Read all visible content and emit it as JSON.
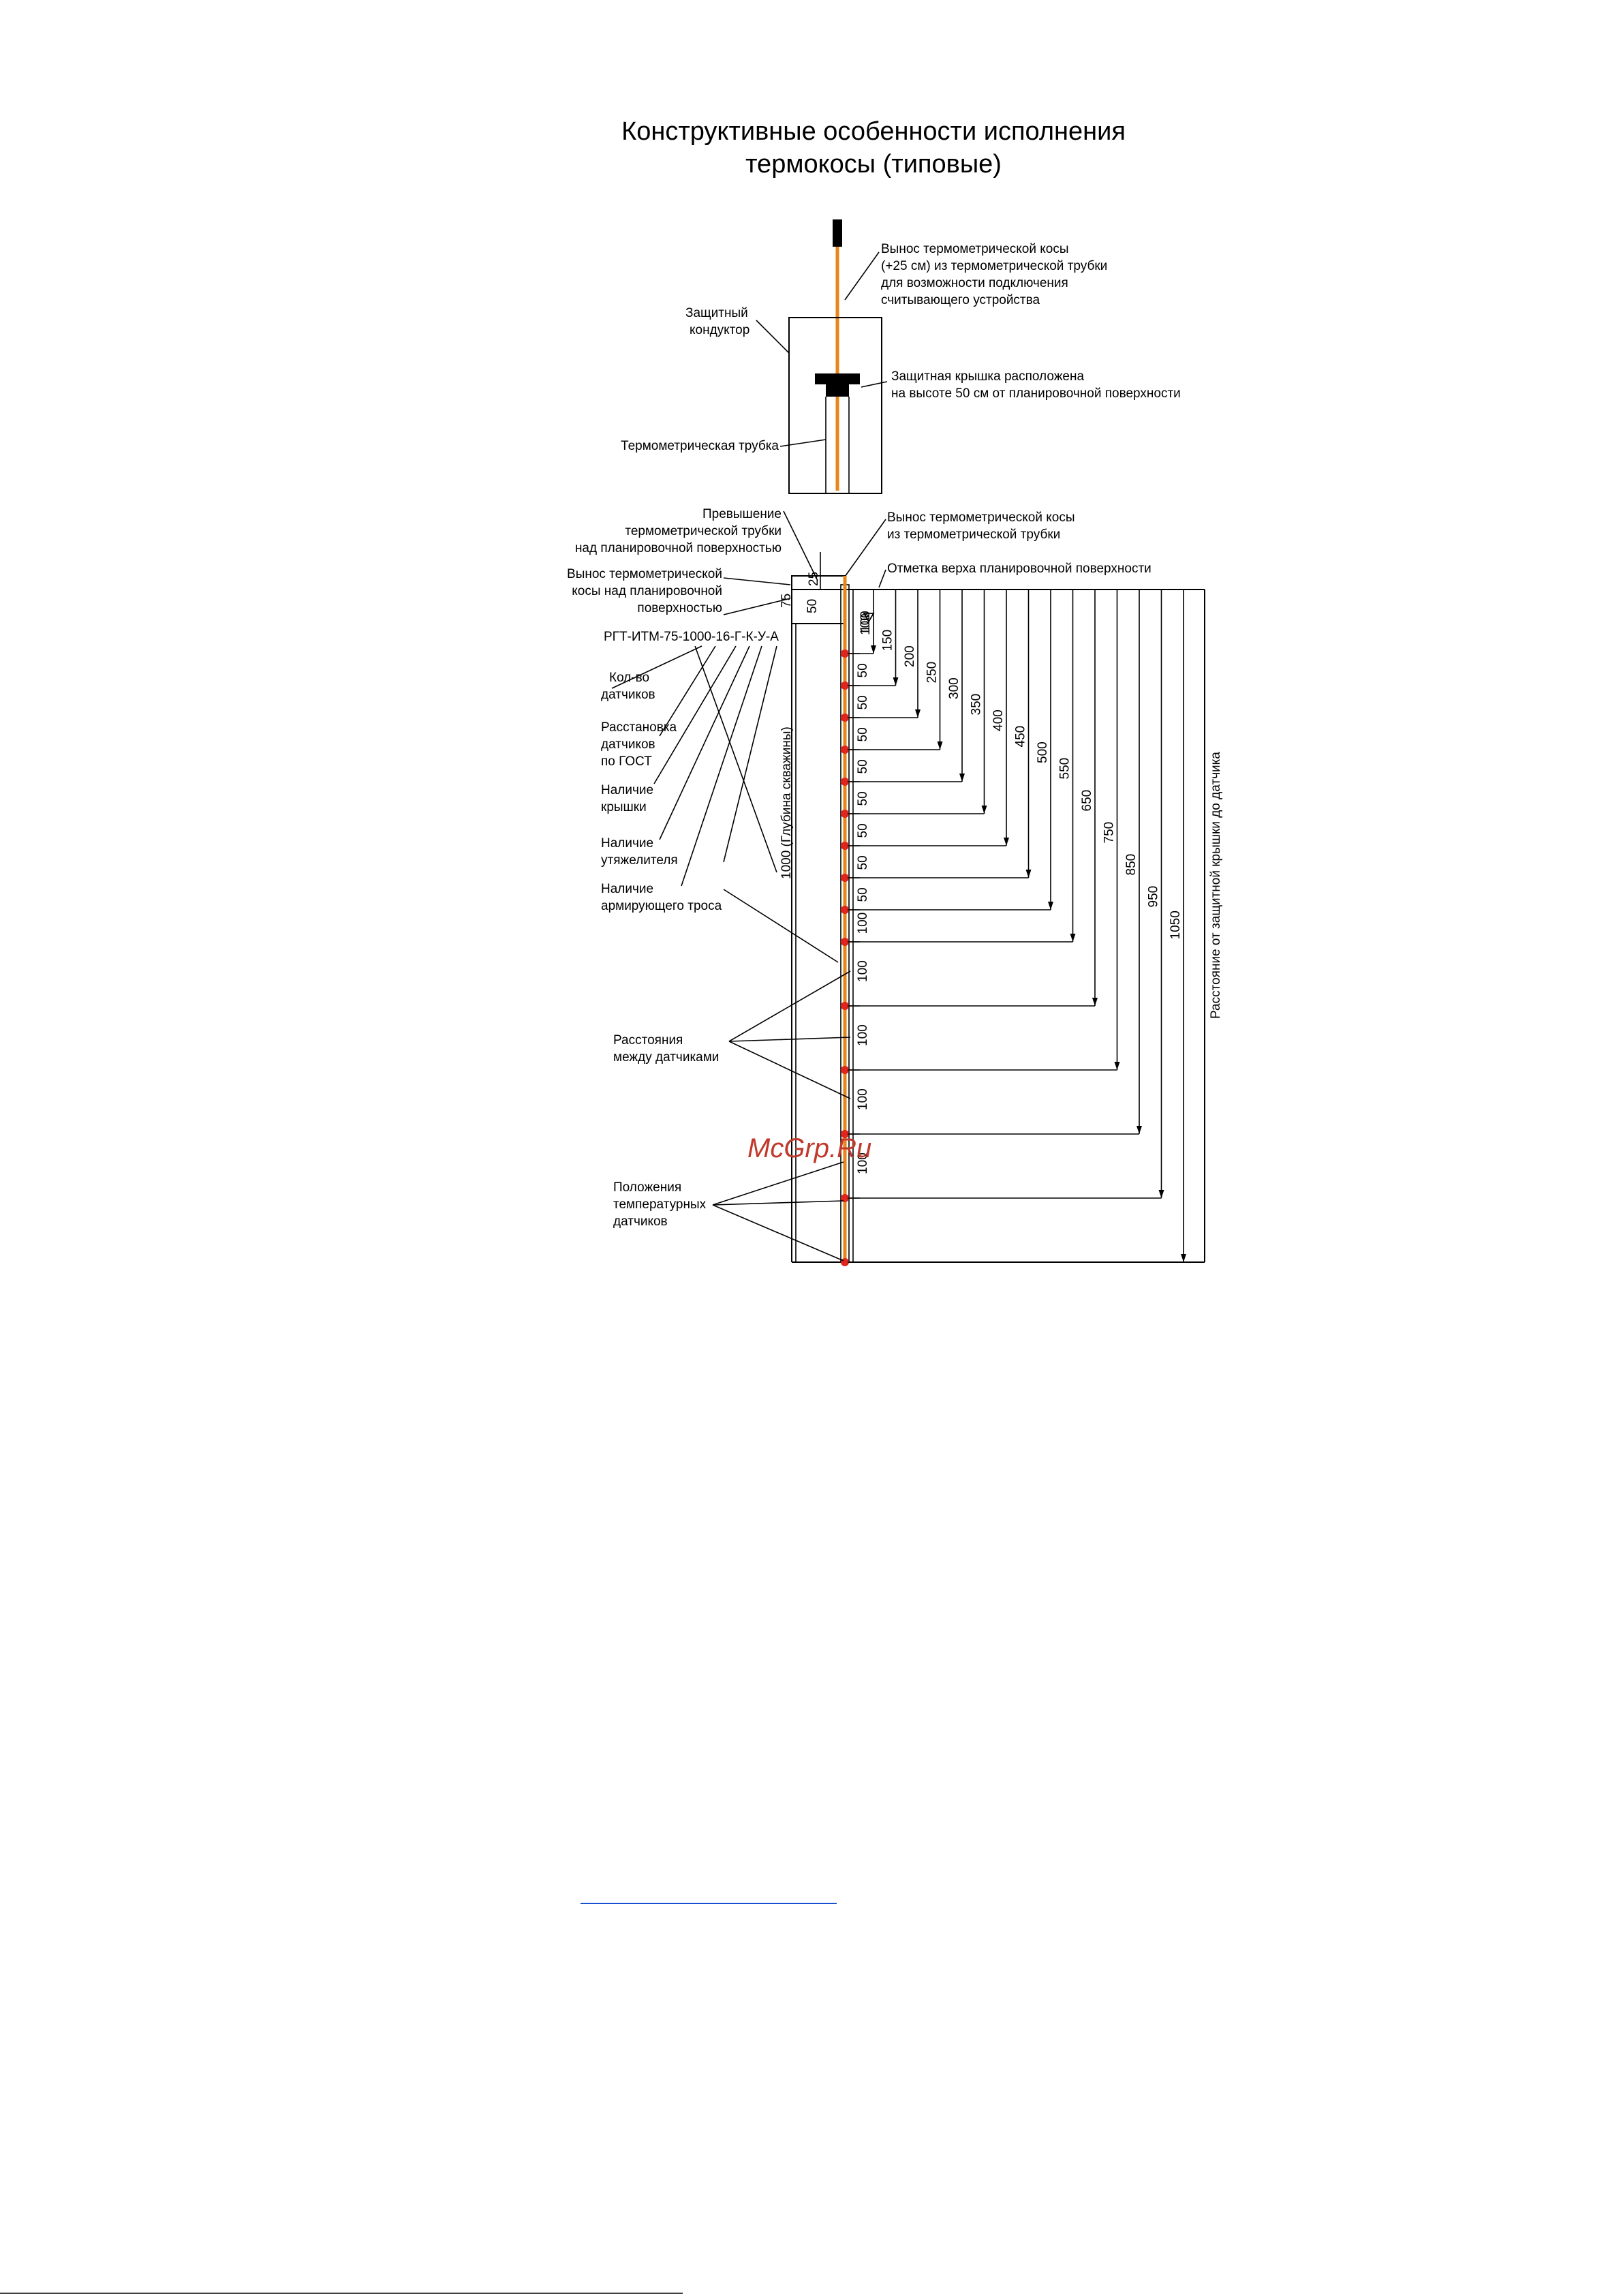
{
  "title": {
    "line1": "Конструктивные особенности исполнения",
    "line2": "термокосы (типовые)"
  },
  "labels": {
    "vynos_top": [
      "Вынос термометрической косы",
      "(+25 см) из термометрической трубки",
      "для возможности подключения",
      "считывающего устройства"
    ],
    "zashch_konduktor": [
      "Защитный",
      "кондуктор"
    ],
    "zashch_kryshka": [
      "Защитная крышка расположена",
      "на высоте 50 см от планировочной поверхности"
    ],
    "termo_trubka": "Термометрическая трубка",
    "prevyshenie": [
      "Превышение",
      "термометрической трубки",
      "над планировочной поверхностью"
    ],
    "vynos_iz_trubki": [
      "Вынос термометрической косы",
      "из термометрической трубки"
    ],
    "vynos_nad": [
      "Вынос термометрической",
      "косы над планировочной",
      "поверхностью"
    ],
    "otmetka": "Отметка верха планировочной поверхности",
    "model": "РГТ-ИТМ-75-1000-16-Г-К-У-А",
    "kol_vo": [
      "Кол-во",
      "датчиков"
    ],
    "rasstanovka": [
      "Расстановка",
      "датчиков",
      "по ГОСТ"
    ],
    "nalichie_kryshki": [
      "Наличие",
      "крышки"
    ],
    "nalichie_utyazh": [
      "Наличие",
      "утяжелителя"
    ],
    "nalichie_trosa": [
      "Наличие",
      "армирующего троса"
    ],
    "rasstoyaniya": [
      "Расстояния",
      "между датчиками"
    ],
    "polozheniya": [
      "Положения",
      "температурных",
      "датчиков"
    ],
    "glubina": "1000  (Глубина скважины)",
    "rasst_ot_kryshki": "Расстояние от защитной крышки до датчика"
  },
  "top_dims": {
    "d50": "50",
    "d25": "25",
    "d75": "75"
  },
  "spacings": [
    "100",
    "50",
    "50",
    "50",
    "50",
    "50",
    "50",
    "50",
    "50",
    "100",
    "100",
    "100",
    "100",
    "100"
  ],
  "spacing_labels_local": [
    "50",
    "50",
    "50",
    "50",
    "50",
    "50",
    "50",
    "50",
    "100",
    "100",
    "100",
    "100",
    "100"
  ],
  "first_dim": "100",
  "cumulative": [
    "100",
    "150",
    "200",
    "250",
    "300",
    "350",
    "400",
    "450",
    "500",
    "550",
    "650",
    "750",
    "850",
    "950",
    "1050"
  ],
  "watermark": "McGrp.Ru",
  "colors": {
    "cable": "#e8861a",
    "sensor": "#e0261c",
    "link": "#1a4fd0"
  }
}
